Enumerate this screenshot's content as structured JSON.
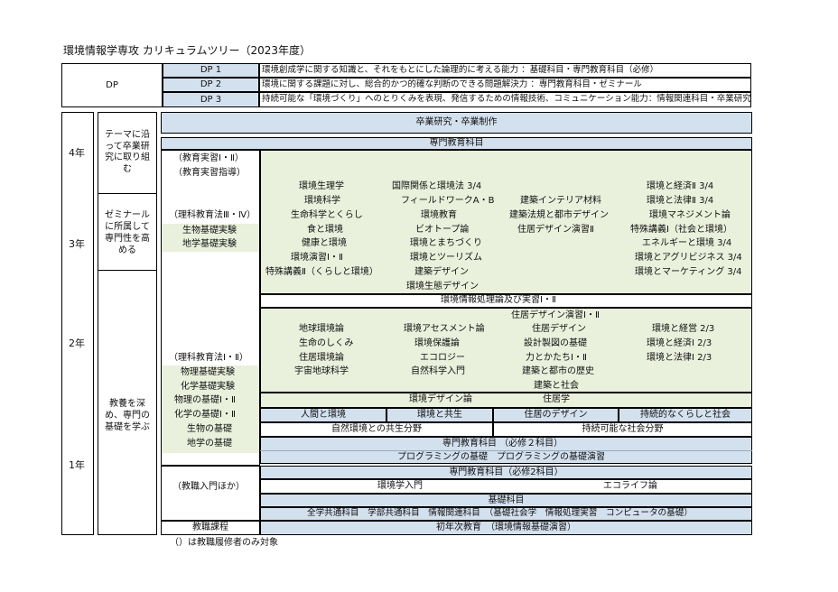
{
  "title": "環境情報学専攻 カリキュラムツリー（2023年度）",
  "dp": {
    "label": "DP",
    "rows": [
      {
        "code": "DP 1",
        "text": "環境創成学に関する知識と、それをもとにした論理的に考える能力 ：基礎科目・専門教育科目（必修）"
      },
      {
        "code": "DP 2",
        "text": "環境に関する課題に対し、総合的かつ的確な判断のできる問題解決力 ：専門教育科目・ゼミナール"
      },
      {
        "code": "DP 3",
        "text": "持続可能な「環境づくり」へのとりくみを表現、発信するための情報技術、コミュニケーション能力：情報関連科目・卒業研究"
      }
    ]
  },
  "years": [
    "4年",
    "3年",
    "2年",
    "1年"
  ],
  "stages": [
    "テーマに沿って卒業研究に取り組む",
    "ゼミナールに所属して専門性を高める",
    "教養を深め、専門の基礎を学ぶ"
  ],
  "teacher": {
    "g4": [
      "（教育実習Ⅰ・Ⅱ）",
      "（教育実習指導）"
    ],
    "g3": [
      "（理科教育法Ⅲ・Ⅳ）",
      "生物基礎実験",
      "地学基礎実験"
    ],
    "g2": [
      "（理科教育法Ⅰ・Ⅱ）",
      "物理基礎実験",
      "化学基礎実験",
      "物理の基礎Ⅰ・Ⅱ",
      "化学の基礎Ⅰ・Ⅱ",
      "生物の基礎",
      "地学の基礎"
    ],
    "g1": [
      "（教職入門ほか）"
    ],
    "course": "教職課程"
  },
  "headers": {
    "graduation": "卒業研究・卒業制作",
    "specialized": "専門教育科目",
    "info_practice": "環境情報処理論及び実習Ⅰ・Ⅱ",
    "design_theory": "環境デザイン論",
    "housing_studies": "住居学",
    "spec_req2": "専門教育科目 （必修２科目）",
    "programming": "プログラミングの基礎　プログラミングの基礎演習",
    "spec_req2b": "専門教育科目（必修2科目）",
    "basic": "基礎科目",
    "basic_list": "全学共通科目　学部共通科目　情報関連科目　（基礎社会学　情報処理実習　コンピュータの基礎）",
    "first_year": "初年次教育　（環境情報基礎演習）"
  },
  "upper": {
    "col1": [
      "環境生理学",
      "環境科学",
      "生命科学とくらし",
      "食と環境",
      "健康と環境",
      "環境演習Ⅰ・Ⅱ",
      "特殊講義Ⅱ（くらしと環境）"
    ],
    "col2": [
      "国際関係と環境法 3/4",
      "フィールドワークA・B",
      "環境教育",
      "ビオトープ論",
      "環境とまちづくり",
      "環境とツーリズム",
      "建築デザイン",
      "環境生態デザイン"
    ],
    "col3": [
      "建築インテリア材料",
      "建築法規と都市デザイン",
      "住居デザイン演習Ⅱ"
    ],
    "col4": [
      "環境と経済Ⅱ 3/4",
      "環境と法律Ⅱ 3/4",
      "環境マネジメント論",
      "特殊講義Ⅰ（社会と環境）",
      "エネルギーと環境 3/4",
      "環境とアグリビジネス 3/4",
      "環境とマーケティング 3/4"
    ]
  },
  "middle": {
    "col1": [
      "地球環境論",
      "生命のしくみ",
      "住居環境論",
      "宇宙地球科学"
    ],
    "col2": [
      "環境アセスメント論",
      "環境保護論",
      "エコロジー",
      "自然科学入門"
    ],
    "col3": [
      "住居デザイン演習Ⅰ・Ⅱ",
      "住居デザイン",
      "設計製図の基礎",
      "力とかたちⅠ・Ⅱ",
      "建築と都市の歴史",
      "建築と社会"
    ],
    "col4": [
      "環境と経営 2/3",
      "環境と経済Ⅰ 2/3",
      "環境と法律Ⅰ 2/3"
    ]
  },
  "intro": {
    "topics": [
      "人間と環境",
      "環境と共生",
      "住居のデザイン",
      "持続的なくらしと社会"
    ],
    "fields": [
      "自然環境との共生分野",
      "持続可能な社会分野"
    ],
    "required": [
      "環境学入門",
      "エコライフ論"
    ]
  },
  "footnote": "（）は教職履修者のみ対象"
}
